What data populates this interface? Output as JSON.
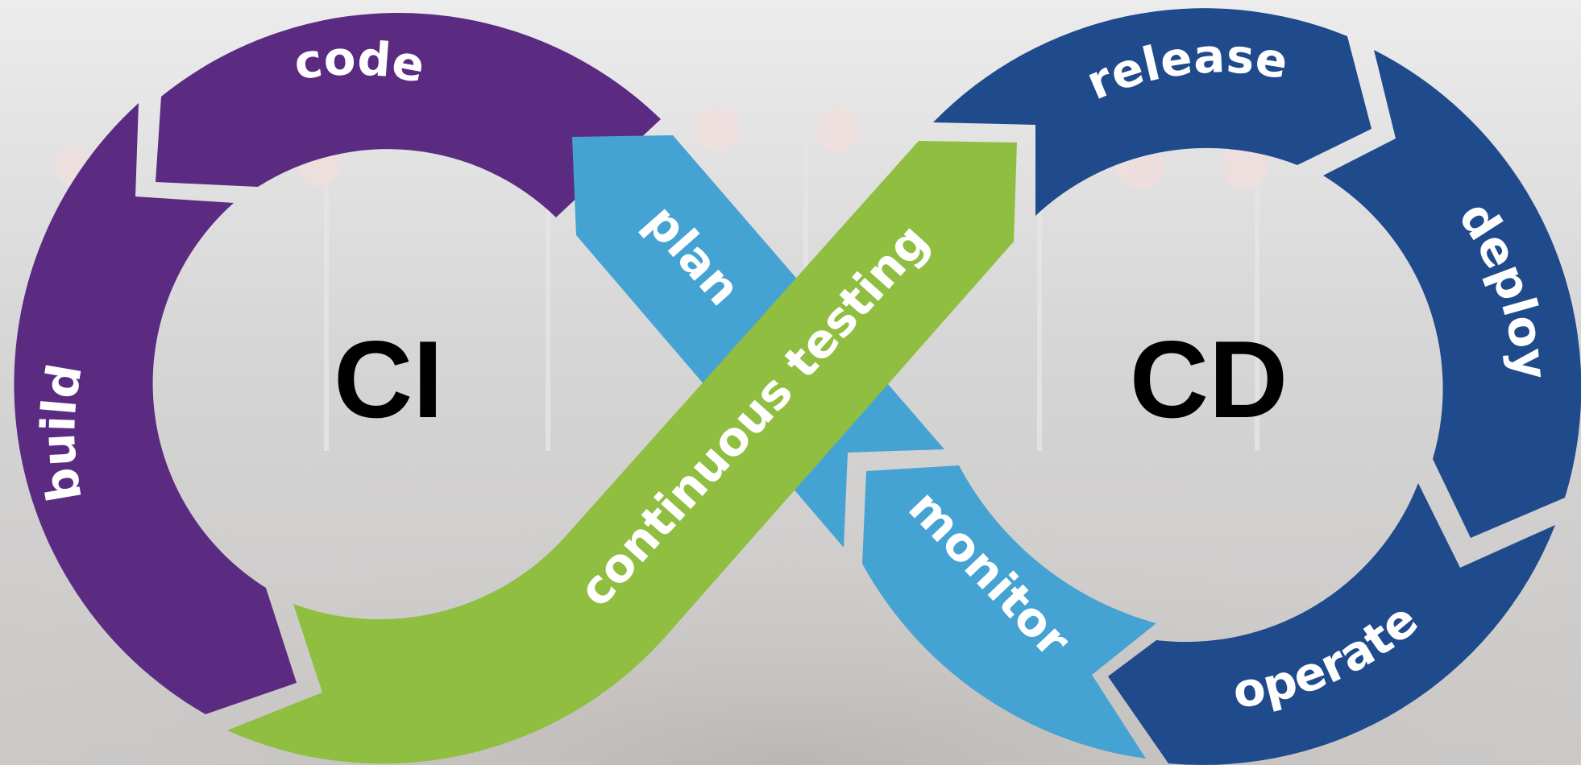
{
  "ci": {
    "label": "CI"
  },
  "cd": {
    "label": "CD"
  },
  "stages": {
    "code": "code",
    "build": "build",
    "plan": "plan",
    "continuous_testing": "continuous testing",
    "monitor": "monitor",
    "release": "release",
    "deploy": "deploy",
    "operate": "operate"
  },
  "colors": {
    "ci_purple": "#5b2b82",
    "cd_navy": "#1f4a8c",
    "plan_monitor_blue": "#44a3d3",
    "testing_green": "#8fbe40",
    "background": "#d9d9d9",
    "text_light": "#ffffff",
    "text_dark": "#000000"
  }
}
